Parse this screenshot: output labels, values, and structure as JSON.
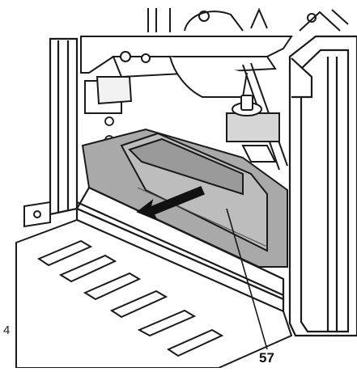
{
  "figure": {
    "callouts": [
      {
        "label": "57",
        "target": "tray-panel"
      }
    ],
    "corner_mark": "4"
  },
  "colors": {
    "line": "#1a1a1a",
    "tray_fill": "#a9a9a9",
    "tray_inner": "#bdbdbd",
    "arrow": "#111111",
    "background": "#ffffff"
  },
  "icons": {
    "direction_arrow": "arrow-left-down-icon"
  }
}
